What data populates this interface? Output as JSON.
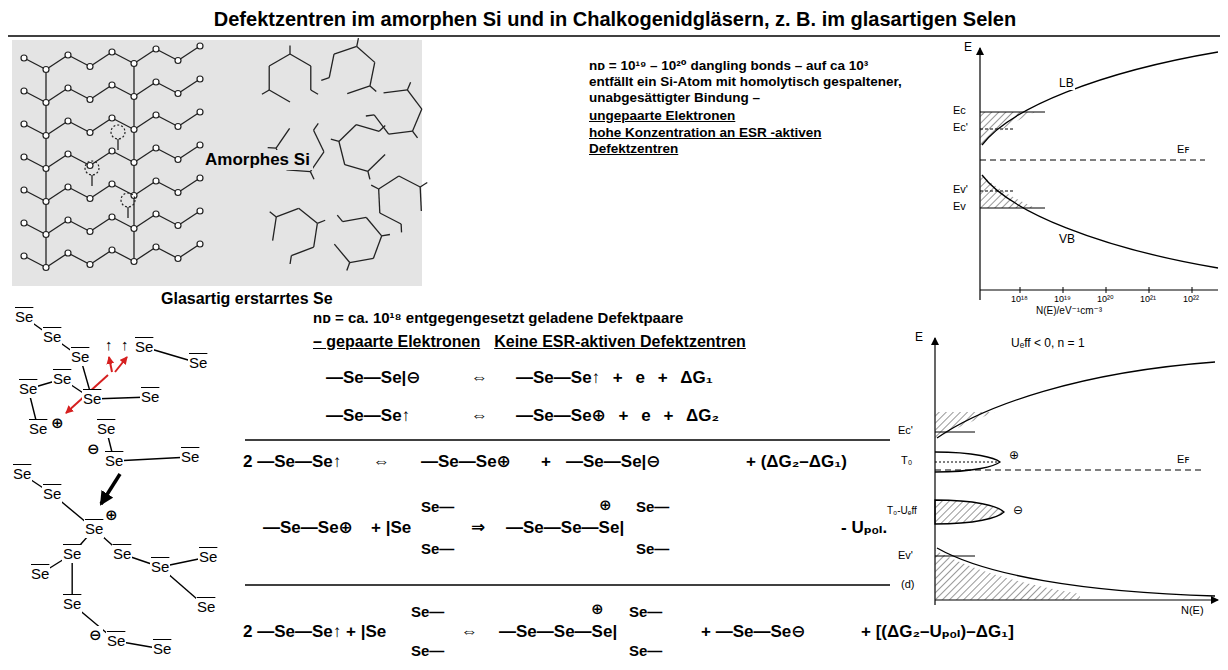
{
  "diagram": {
    "title": "Defektzentren im amorphen Si und in Chalkogenidgläsern, z. B. im glasartigen Selen",
    "nodes": [
      {
        "text": [
          "Amorphes Si"
        ]
      }
    ],
    "labels": [
      "nᴅ = 10¹⁹ – 10²⁰ dangling bonds – auf ca 10³ entfällt ein Si-Atom mit homolytisch gespaltener, unabgesättigter Bindung –",
      "ungepaarte Elektronen",
      "hohe Konzentration an ESR -aktiven Defektzentren",
      "E",
      "LB",
      "Eᴄ",
      "Eᴄ'",
      "Eꜰ",
      "Eᴠ'",
      "Eᴠ",
      "VB",
      "10¹⁸",
      "10¹⁹",
      "10²⁰",
      "10²¹",
      "10²²",
      "N(E)/eV⁻¹cm⁻³",
      "Glasartig erstarrtes Se",
      "nᴅ = ca. 10¹⁸ entgegengesetzt geladene Defektpaare",
      "– gepaarte Elektronen",
      "Keine ESR-aktiven Defektzentren",
      "—Se—Se|⊖",
      "⇔",
      "—Se—Se↑ + e + ΔG₁",
      "—Se—Se↑",
      "⇔",
      "—Se—Se⊕ + e + ΔG₂",
      "2 —Se—Se↑",
      "⇔",
      "—Se—Se⊕",
      "+",
      "—Se—Se|⊖",
      "+ (ΔG₂–ΔG₁)",
      "—Se—Se⊕",
      "+ |Se",
      "Se—",
      "Se—",
      "⇒",
      "—Se—Se—Se|",
      "⊕",
      "Se—",
      "Se—",
      "- Uₚₒₗ.",
      "2 —Se—Se↑ + |Se",
      "Se—",
      "Se—",
      "⇔",
      "—Se—Se—Se|",
      "⊕",
      "Se—",
      "Se—",
      "+ —Se—Se⊖",
      "+ [(ΔG₂–Uₚₒₗ)–ΔG₁]",
      "E",
      "Uₑff < 0, n = 1",
      "Eᴄ'",
      "T₀",
      "Eꜰ",
      "⊕",
      "⊖",
      "T₀-Uₑff",
      "Eᴠ'",
      "(d)",
      "N(E)",
      "Se",
      "Se",
      "Se",
      "↑",
      "↑",
      "Se",
      "Se",
      "Se",
      "Se",
      "Se",
      "Se",
      "Se",
      "⊕",
      "Se",
      "⊖",
      "Se",
      "Se",
      "Se",
      "Se",
      "⊕",
      "Se",
      "Se",
      "Se",
      "Se",
      "Se",
      "Se",
      "Se",
      "Se",
      "⊖",
      "Se",
      "Se"
    ]
  }
}
